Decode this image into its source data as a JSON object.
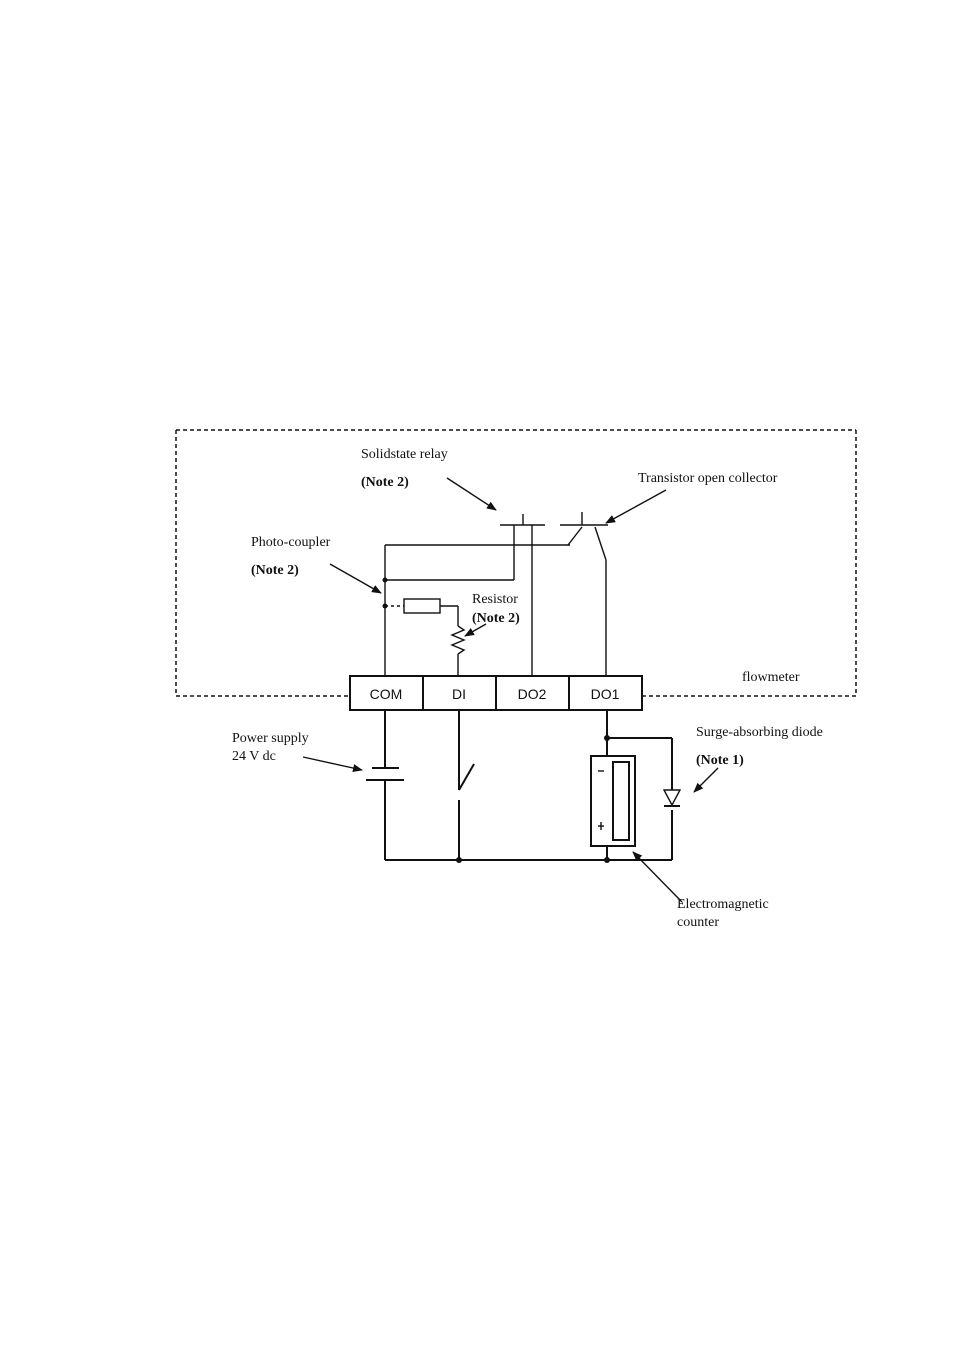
{
  "diagram": {
    "terminals": [
      "COM",
      "DI",
      "DO2",
      "DO1"
    ],
    "labels": {
      "solidstate_relay": "Solidstate relay",
      "solidstate_relay_note": "(Note 2)",
      "transistor": "Transistor open collector",
      "photo_coupler": "Photo-coupler",
      "photo_coupler_note": "(Note 2)",
      "resistor": "Resistor",
      "resistor_note": "(Note 2)",
      "flowmeter": "flowmeter",
      "power_supply_line1": "Power supply",
      "power_supply_line2": "24 V dc",
      "surge_diode": "Surge-absorbing diode",
      "surge_diode_note": "(Note 1)",
      "counter_line1": "Electromagnetic",
      "counter_line2": "counter"
    }
  }
}
